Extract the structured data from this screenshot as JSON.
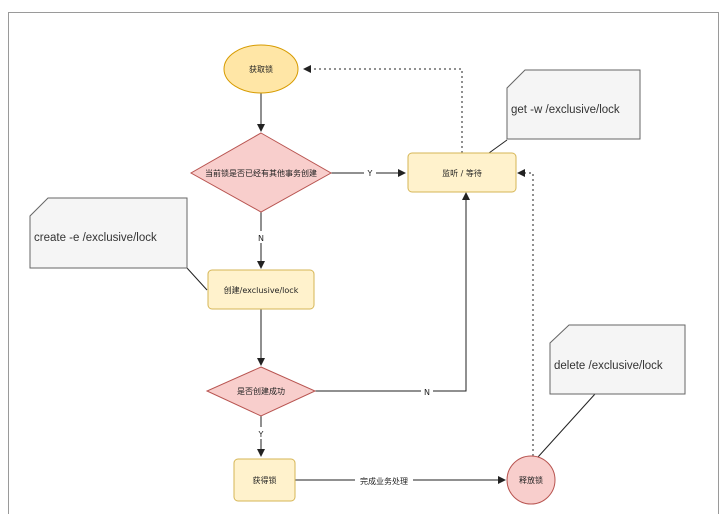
{
  "nodes": {
    "acquire_lock": "获取锁",
    "check_other_tx": "当前锁是否已经有其他事务创建",
    "watch_wait": "监听 / 等待",
    "create_node": "创建/exclusive/lock",
    "create_success": "是否创建成功",
    "got_lock": "获得锁",
    "release_lock": "释放锁"
  },
  "notes": {
    "get_cmd": "get  -w  /exclusive/lock",
    "create_cmd": "create  -e  /exclusive/lock",
    "delete_cmd": "delete    /exclusive/lock"
  },
  "edge_labels": {
    "yes_to_watch": "Y",
    "no_to_create": "N",
    "no_to_watch": "N",
    "yes_to_got": "Y",
    "finish_business": "完成业务处理"
  },
  "colors": {
    "start_fill": "#ffe6a6",
    "start_stroke": "#d79b00",
    "process_fill": "#fff2cc",
    "process_stroke": "#d6b656",
    "decision_fill": "#f8cecc",
    "decision_stroke": "#b85450",
    "note_fill": "#f5f5f5",
    "note_stroke": "#666666"
  }
}
